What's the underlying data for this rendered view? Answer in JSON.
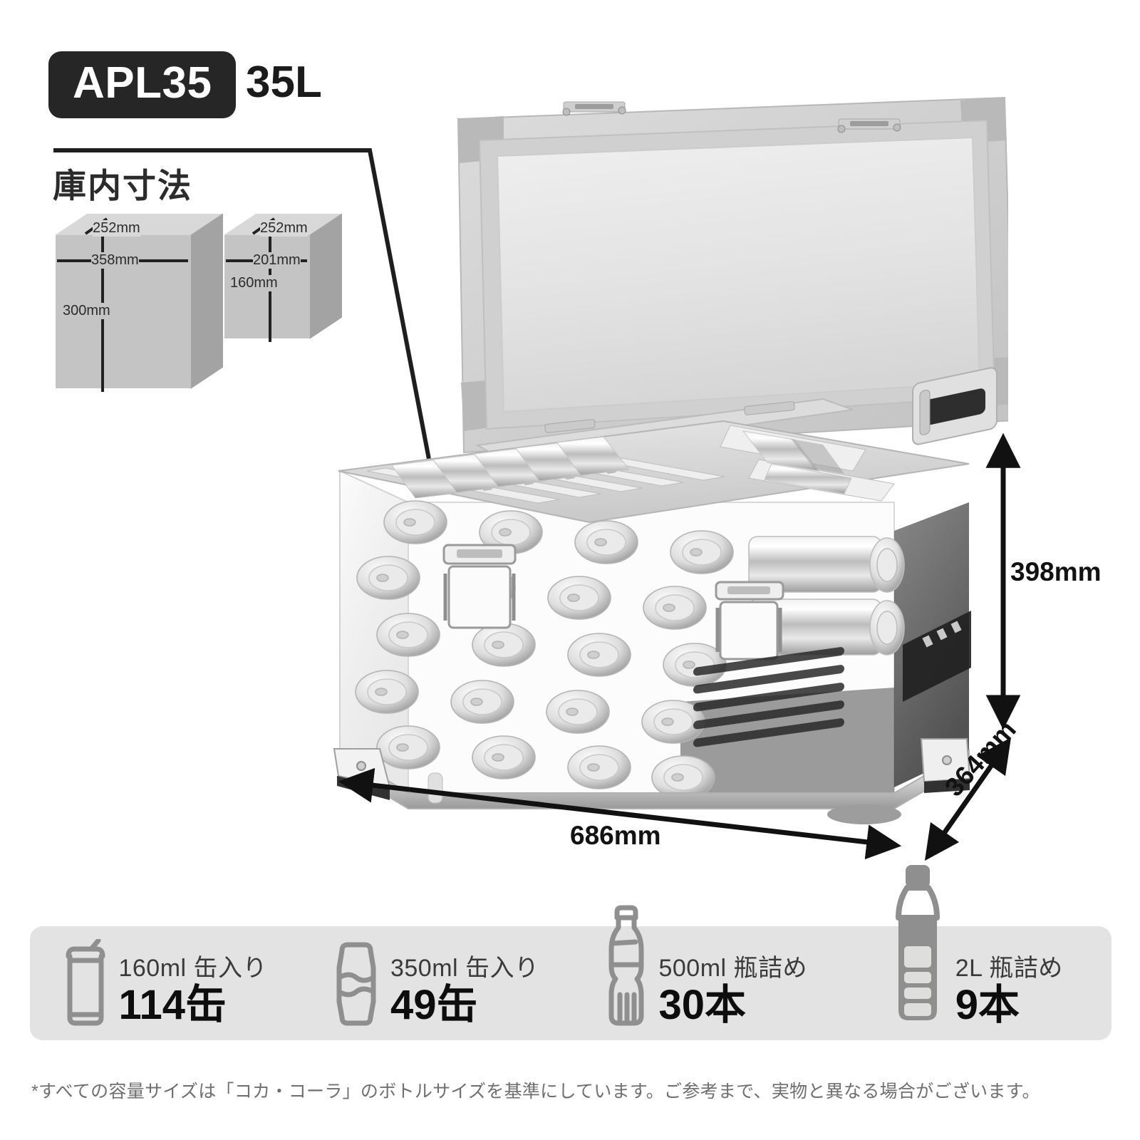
{
  "header": {
    "model_badge": "APL35",
    "capacity_liters": "35L",
    "badge_bg": "#262626",
    "badge_fg": "#ffffff"
  },
  "interior": {
    "title": "庫内寸法",
    "boxes": [
      {
        "name": "main-compartment",
        "depth": "252mm",
        "width": "358mm",
        "height": "300mm"
      },
      {
        "name": "sub-compartment",
        "depth": "252mm",
        "width": "201mm",
        "height": "160mm"
      }
    ]
  },
  "outer_dimensions": {
    "height": "398mm",
    "width": "686mm",
    "depth": "364mm"
  },
  "capacity": {
    "items": [
      {
        "icon": "slim-can-icon",
        "label": "160ml 缶入り",
        "count": "114缶"
      },
      {
        "icon": "can-icon",
        "label": "350ml 缶入り",
        "count": "49缶"
      },
      {
        "icon": "small-bottle-icon",
        "label": "500ml 瓶詰め",
        "count": "30本"
      },
      {
        "icon": "large-bottle-icon",
        "label": "2L 瓶詰め",
        "count": "9本"
      }
    ],
    "panel_color": "#e3e3e3",
    "icon_color": "#8f8f8f"
  },
  "footnote": "*すべての容量サイズは「コカ・コーラ」のボトルサイズを基準にしています。ご参考まで、実物と異なる場合がございます。"
}
